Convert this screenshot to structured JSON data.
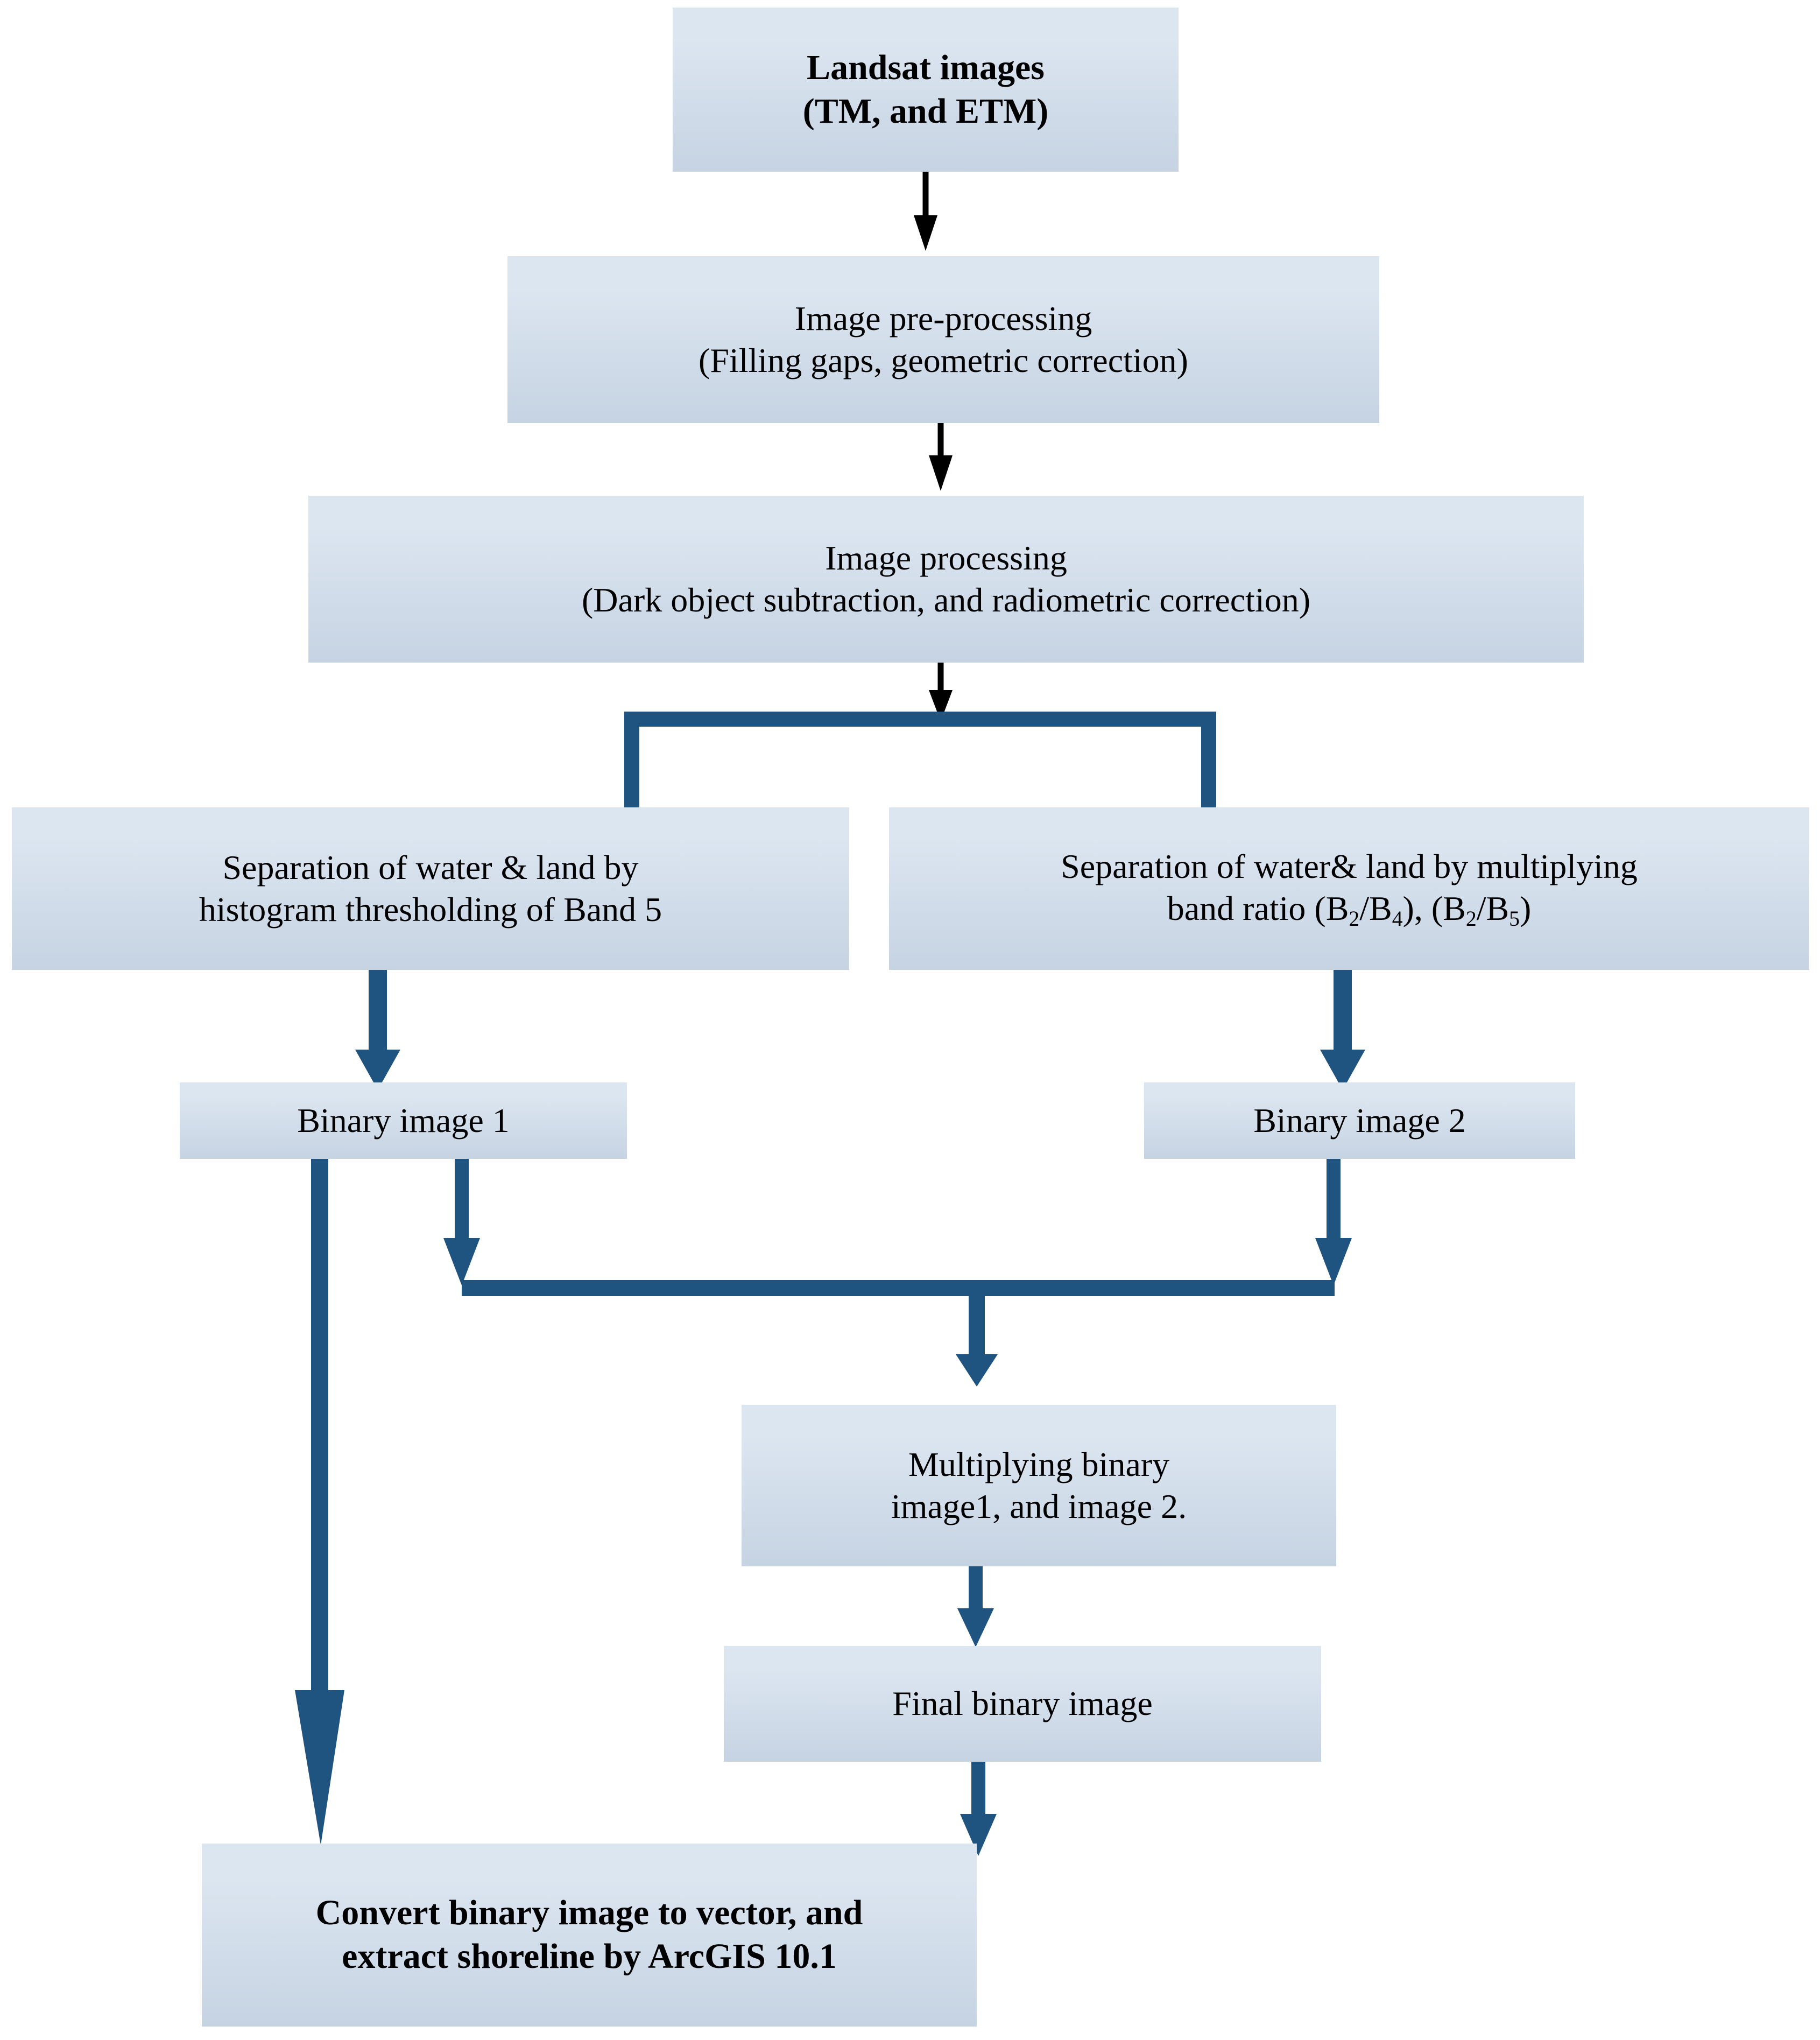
{
  "diagram": {
    "title": "Shoreline extraction workflow flowchart",
    "theme": {
      "box_fill_top": "#dce6f1",
      "box_fill_bottom": "#c6d3e2",
      "arrow_blue": "#1f5480",
      "arrow_black": "#000000",
      "text_color": "#000000",
      "page_background": "#ffffff"
    }
  },
  "nodes": {
    "landsat": {
      "line1": "Landsat images",
      "line2": "(TM, and ETM)"
    },
    "preprocessing": {
      "line1": "Image pre-processing",
      "line2": "(Filling gaps, geometric correction)"
    },
    "processing": {
      "line1": "Image processing",
      "line2": "(Dark object subtraction, and radiometric correction)"
    },
    "sep_histogram": {
      "line1": "Separation of water & land by",
      "line2": "histogram thresholding of Band 5"
    },
    "sep_bandratio": {
      "line1": "Separation of water& land by multiplying",
      "line2_prefix": "band ratio (B",
      "line2_sub1": "2",
      "line2_mid1": "/B",
      "line2_sub2": "4",
      "line2_mid2": "), (B",
      "line2_sub3": "2",
      "line2_mid3": "/B",
      "line2_sub4": "5",
      "line2_suffix": ")"
    },
    "binary1": {
      "label": "Binary image 1"
    },
    "binary2": {
      "label": "Binary image 2"
    },
    "multiplying": {
      "line1": "Multiplying binary",
      "line2": "image1, and image 2."
    },
    "final_binary": {
      "label": "Final binary image"
    },
    "convert_vector": {
      "line1": "Convert binary image to vector, and",
      "line2": "extract shoreline by ArcGIS 10.1"
    }
  },
  "edges": [
    {
      "name": "landsat-to-preprocessing",
      "style": "black-thin-arrow"
    },
    {
      "name": "preprocessing-to-processing",
      "style": "black-thin-arrow"
    },
    {
      "name": "processing-to-split",
      "style": "black-thin-arrow"
    },
    {
      "name": "split-bar",
      "style": "blue-thick-bar"
    },
    {
      "name": "split-to-sep-histogram",
      "style": "blue-thick-arrow"
    },
    {
      "name": "split-to-sep-bandratio",
      "style": "blue-thick-arrow"
    },
    {
      "name": "sep-histogram-to-binary1",
      "style": "blue-thick-arrow"
    },
    {
      "name": "sep-bandratio-to-binary2",
      "style": "blue-thick-arrow"
    },
    {
      "name": "binary1-to-merge",
      "style": "blue-thick-arrow"
    },
    {
      "name": "binary2-to-merge",
      "style": "blue-thick-arrow"
    },
    {
      "name": "merge-bar",
      "style": "blue-thick-bar"
    },
    {
      "name": "merge-to-multiplying",
      "style": "blue-thick-arrow"
    },
    {
      "name": "multiplying-to-final-binary",
      "style": "blue-thick-arrow"
    },
    {
      "name": "final-binary-to-convert-vector",
      "style": "blue-thick-arrow"
    },
    {
      "name": "binary1-to-convert-vector",
      "style": "blue-long-arrow"
    }
  ]
}
